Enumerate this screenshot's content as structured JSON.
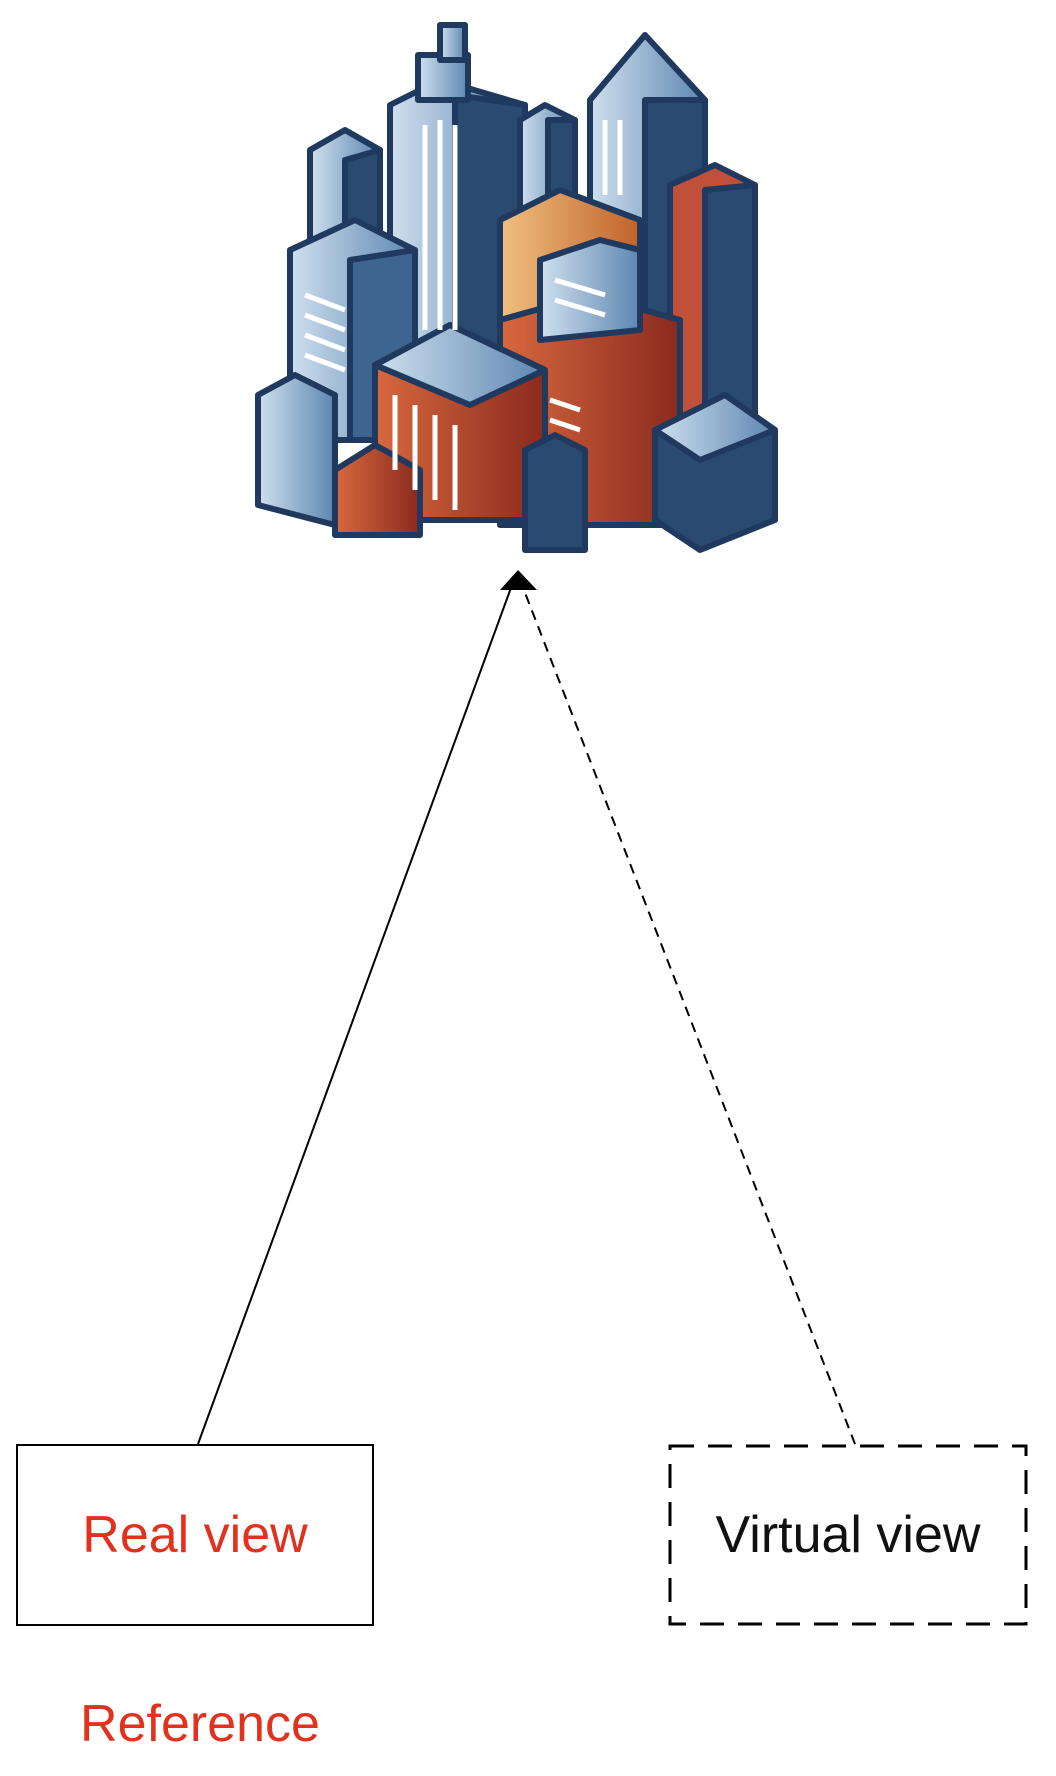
{
  "nodes": {
    "real": {
      "label": "Real view"
    },
    "virtual": {
      "label": "Virtual view"
    },
    "reference": {
      "label": "Reference"
    }
  },
  "icons": {
    "city": "city-buildings-icon"
  },
  "colors": {
    "accent_red": "#e0321e",
    "text_black": "#111111",
    "building_blue_dark": "#2b4a6f",
    "building_blue_light": "#a9c3db",
    "building_orange": "#d77a3b",
    "building_red": "#b8432a"
  }
}
